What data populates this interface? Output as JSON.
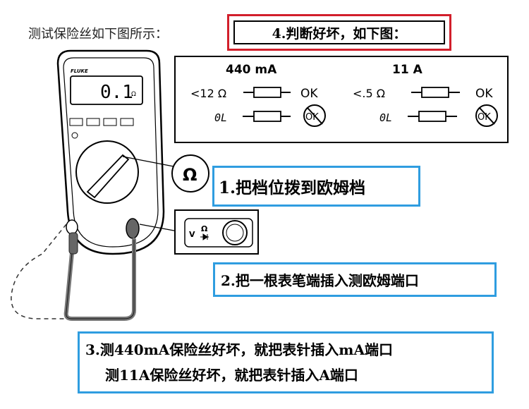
{
  "intro": "测试保险丝如下图所示：",
  "steps": {
    "s1": "1.把档位拨到欧姆档",
    "s2": "2.把一根表笔端插入测欧姆端口",
    "s3_line1": "3.测440mA保险丝好坏，就把表针插入mA端口",
    "s3_line2": "测11A保险丝好坏，就把表针插入A端口",
    "s4": "4.判断好坏，如下图："
  },
  "meter": {
    "brand": "FLUKE",
    "reading": "0.1",
    "unit": "Ω",
    "dial_symbol": "Ω",
    "port_v": "V",
    "port_omega": "Ω"
  },
  "fuse_table": {
    "columns": [
      {
        "header": "440 mA",
        "good_reading": "<12 Ω",
        "open_reading": "0L",
        "good_result": "OK",
        "open_result": "OK"
      },
      {
        "header": "11 A",
        "good_reading": "<.5 Ω",
        "open_reading": "0L",
        "good_result": "OK",
        "open_result": "OK"
      }
    ]
  },
  "colors": {
    "red_border": "#d21f2b",
    "blue_border": "#2f9de0",
    "text": "#000000",
    "lead": "#777777",
    "lead_dark": "#333333"
  }
}
